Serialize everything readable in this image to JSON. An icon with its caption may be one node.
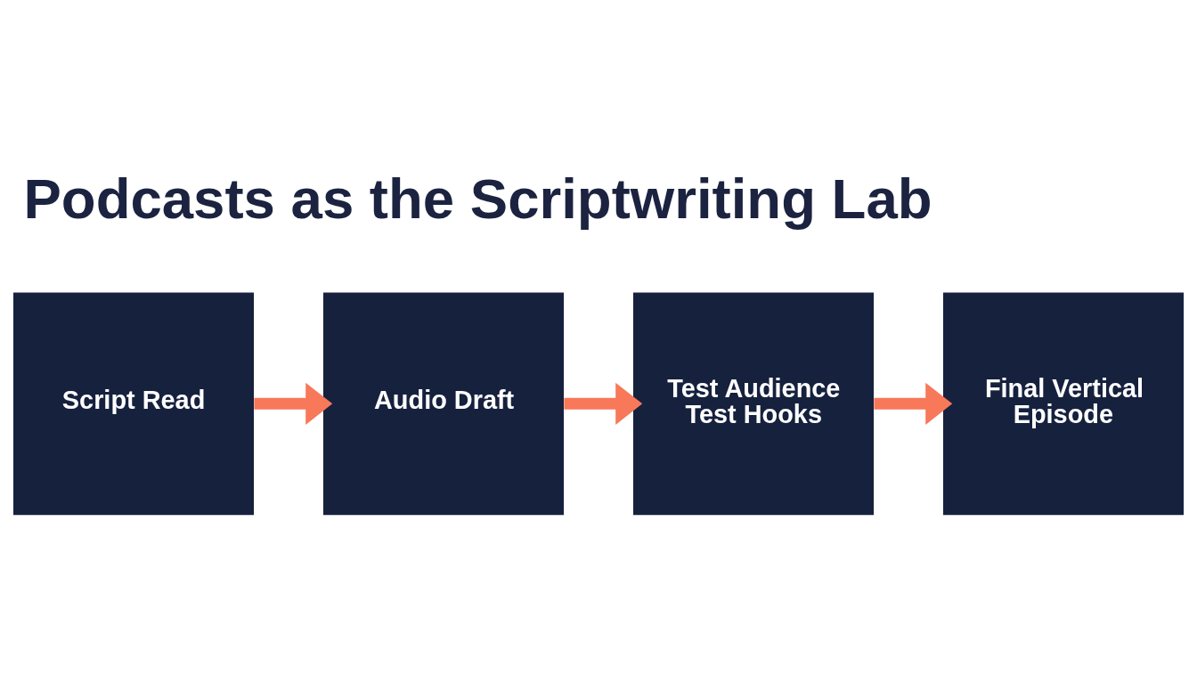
{
  "diagram": {
    "title": "Podcasts as the Scriptwriting Lab",
    "nodes": [
      {
        "text": [
          "Script Read"
        ]
      },
      {
        "text": [
          "Audio Draft"
        ]
      },
      {
        "text": [
          "Test Audience Test Hooks"
        ]
      },
      {
        "text": [
          "Final Vertical Episode"
        ]
      }
    ],
    "edges": [
      {
        "from": 0,
        "to": 1,
        "arrow": "to"
      },
      {
        "from": 1,
        "to": 2,
        "arrow": "to"
      },
      {
        "from": 2,
        "to": 3,
        "arrow": "to"
      }
    ]
  }
}
